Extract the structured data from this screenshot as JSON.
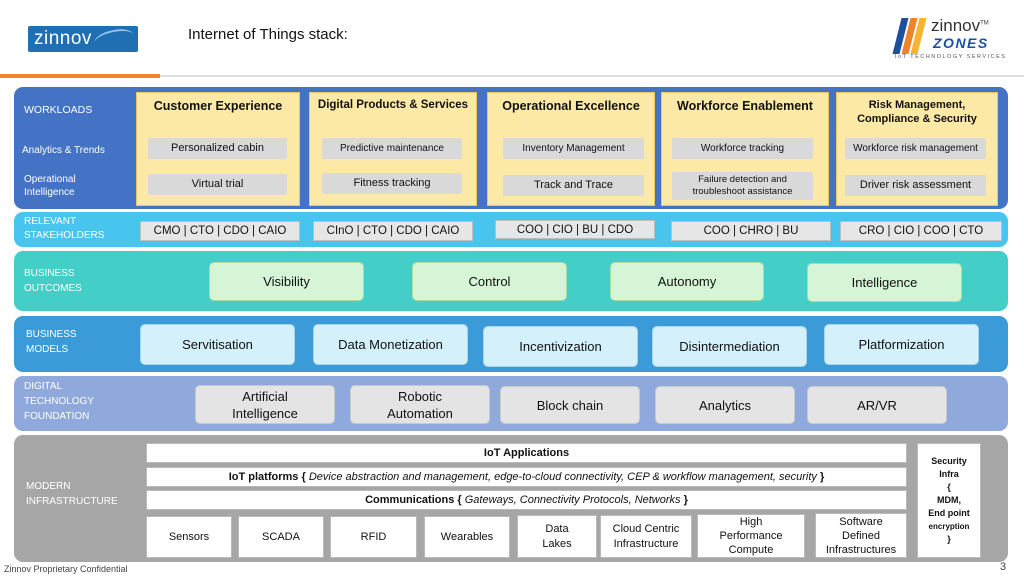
{
  "header": {
    "logo_left_text": "zinnov",
    "title": "Internet of Things stack:",
    "logo_right": {
      "name": "zinnov",
      "tm": "TM",
      "zones": "ZONES",
      "tagline": "IoT TECHNOLOGY SERVICES"
    }
  },
  "workloads": {
    "label": "WORKLOADS",
    "row_labels": {
      "analytics": "Analytics & Trends",
      "operational_1": "Operational",
      "operational_2": "Intelligence"
    },
    "columns": [
      {
        "title": "Customer Experience",
        "analytics": "Personalized cabin",
        "operational": "Virtual trial"
      },
      {
        "title": "Digital Products & Services",
        "analytics": "Predictive maintenance",
        "operational": "Fitness tracking"
      },
      {
        "title": "Operational Excellence",
        "analytics": "Inventory Management",
        "operational": "Track and Trace"
      },
      {
        "title": "Workforce Enablement",
        "analytics": "Workforce tracking",
        "operational_1": "Failure detection and",
        "operational_2": "troubleshoot assistance"
      },
      {
        "title_1": "Risk Management,",
        "title_2": "Compliance & Security",
        "analytics": "Workforce risk management",
        "operational": "Driver risk assessment"
      }
    ]
  },
  "stakeholders": {
    "label_1": "RELEVANT",
    "label_2": "STAKEHOLDERS",
    "items": [
      "CMO | CTO | CDO | CAIO",
      "CInO | CTO | CDO | CAIO",
      "COO | CIO | BU | CDO",
      "COO | CHRO | BU",
      "CRO | CIO | COO | CTO"
    ]
  },
  "outcomes": {
    "label_1": "BUSINESS",
    "label_2": "OUTCOMES",
    "items": [
      "Visibility",
      "Control",
      "Autonomy",
      "Intelligence"
    ]
  },
  "models": {
    "label_1": "BUSINESS",
    "label_2": "MODELS",
    "items": [
      "Servitisation",
      "Data Monetization",
      "Incentivization",
      "Disintermediation",
      "Platformization"
    ]
  },
  "digital": {
    "label_1": "DIGITAL",
    "label_2": "TECHNOLOGY",
    "label_3": "FOUNDATION",
    "items": [
      {
        "l1": "Artificial",
        "l2": "Intelligence"
      },
      {
        "l1": "Robotic",
        "l2": "Automation"
      },
      {
        "l1": "Block chain"
      },
      {
        "l1": "Analytics"
      },
      {
        "l1": "AR/VR"
      }
    ]
  },
  "infrastructure": {
    "label_1": "MODERN",
    "label_2": "INFRASTRUCTURE",
    "iot_apps": "IoT Applications",
    "platforms_bold": "IoT platforms {",
    "platforms_italic": "Device abstraction and management, edge-to-cloud connectivity, CEP & workflow management, security",
    "platforms_close": "}",
    "comms_bold": "Communications {",
    "comms_italic": "Gateways, Connectivity Protocols, Networks",
    "comms_close": "}",
    "components": [
      {
        "l1": "Sensors"
      },
      {
        "l1": "SCADA"
      },
      {
        "l1": "RFID"
      },
      {
        "l1": "Wearables"
      },
      {
        "l1": "Data",
        "l2": "Lakes"
      },
      {
        "l1": "Cloud Centric",
        "l2": "Infrastructure"
      },
      {
        "l1": "High",
        "l2": "Performance",
        "l3": "Compute"
      },
      {
        "l1": "Software",
        "l2": "Defined",
        "l3": "Infrastructures"
      }
    ],
    "security": [
      "Security",
      "Infra",
      "{",
      "MDM,",
      "End point",
      "encryption",
      "}"
    ]
  },
  "footer": {
    "confidential": "Zinnov Proprietary Confidential",
    "page": "3"
  },
  "colors": {
    "workloads": "#4472c4",
    "stakeholders": "#47c5ef",
    "outcomes": "#43cfc7",
    "models": "#3b9ad8",
    "digital": "#8fa9dd",
    "infrastructure": "#a6a6a6",
    "accent": "#f0842c"
  }
}
